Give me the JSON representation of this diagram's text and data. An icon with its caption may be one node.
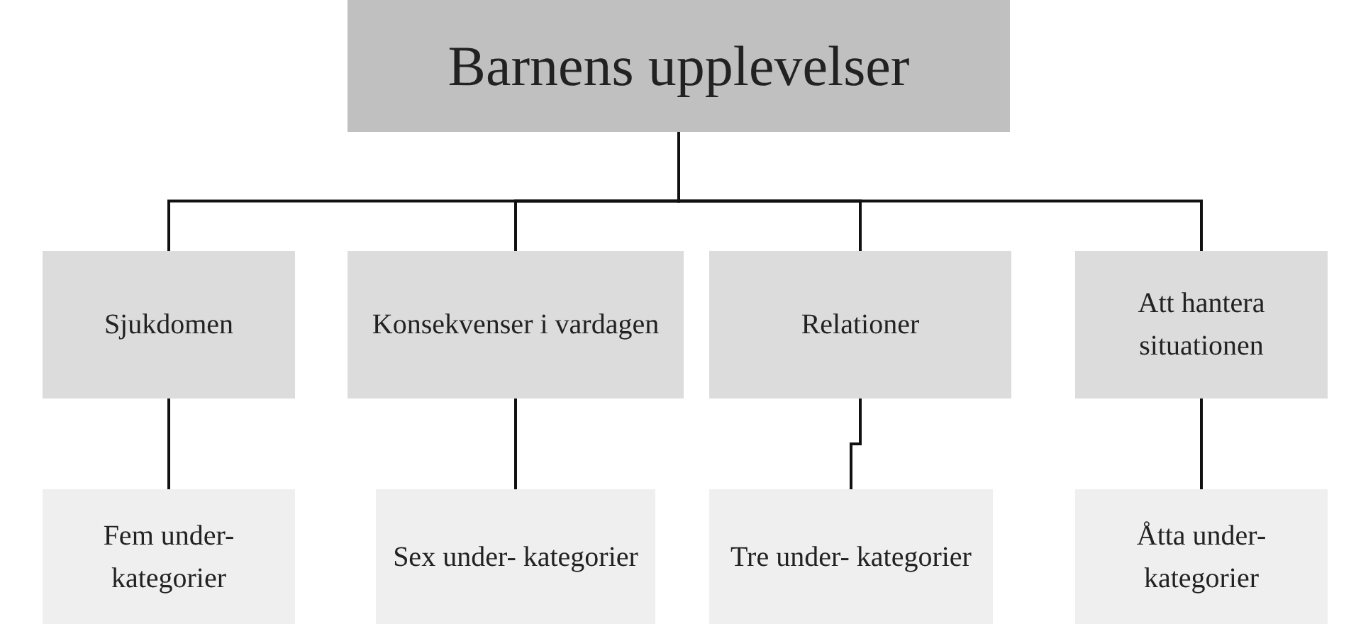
{
  "diagram": {
    "nodes": [
      {
        "text": [
          "Barnens upplevelser"
        ]
      },
      {
        "text": [
          "Sjukdomen"
        ]
      },
      {
        "text": [
          "Konsekvenser i vardagen"
        ]
      },
      {
        "text": [
          "Relationer"
        ]
      },
      {
        "text": [
          "Att hantera situationen"
        ]
      },
      {
        "text": [
          "Fem under- kategorier"
        ]
      },
      {
        "text": [
          "Sex under- kategorier"
        ]
      },
      {
        "text": [
          "Tre under- kategorier"
        ]
      },
      {
        "text": [
          "Åtta under- kategorier"
        ]
      }
    ],
    "edges": [
      {
        "from": 0,
        "to": 1,
        "arrow": "none"
      },
      {
        "from": 0,
        "to": 2,
        "arrow": "none"
      },
      {
        "from": 0,
        "to": 3,
        "arrow": "none"
      },
      {
        "from": 0,
        "to": 4,
        "arrow": "none"
      },
      {
        "from": 1,
        "to": 5,
        "arrow": "none"
      },
      {
        "from": 2,
        "to": 6,
        "arrow": "none"
      },
      {
        "from": 3,
        "to": 7,
        "arrow": "none"
      },
      {
        "from": 4,
        "to": 8,
        "arrow": "none"
      }
    ]
  }
}
